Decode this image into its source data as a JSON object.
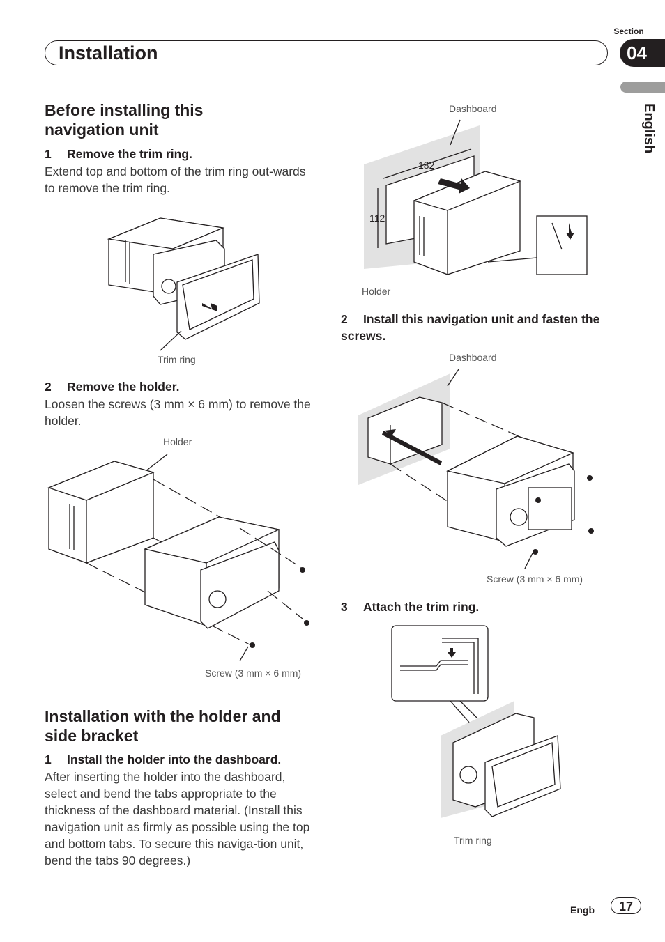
{
  "header": {
    "title": "Installation",
    "section_label": "Section",
    "section_number": "04",
    "language": "English"
  },
  "left": {
    "heading1": "Before installing this navigation unit",
    "step1": {
      "num": "1",
      "title": "Remove the trim ring.",
      "body": "Extend top and bottom of the trim ring out-wards to remove the trim ring."
    },
    "fig1_caption": "Trim ring",
    "step2": {
      "num": "2",
      "title": "Remove the holder.",
      "body": "Loosen the screws (3 mm × 6 mm) to remove the holder."
    },
    "fig2_caption_holder": "Holder",
    "fig2_caption_screw": "Screw (3 mm × 6 mm)",
    "heading2": "Installation with the holder and side bracket",
    "step3": {
      "num": "1",
      "title": "Install the holder into the dashboard.",
      "body": "After inserting the holder into the dashboard, select and bend the tabs appropriate to the thickness of the dashboard material. (Install this navigation unit as firmly as possible using the top and bottom tabs. To secure this naviga-tion unit, bend the tabs 90 degrees.)"
    }
  },
  "right": {
    "fig3_dashboard": "Dashboard",
    "fig3_holder": "Holder",
    "fig3_dim_w": "182",
    "fig3_dim_h": "112",
    "step4": {
      "num": "2",
      "title": "Install this navigation unit and fasten the screws."
    },
    "fig4_dashboard": "Dashboard",
    "fig4_screw": "Screw (3 mm × 6 mm)",
    "step5": {
      "num": "3",
      "title": "Attach the trim ring."
    },
    "fig5_caption": "Trim ring"
  },
  "footer": {
    "lang_code": "Engb",
    "page": "17"
  }
}
